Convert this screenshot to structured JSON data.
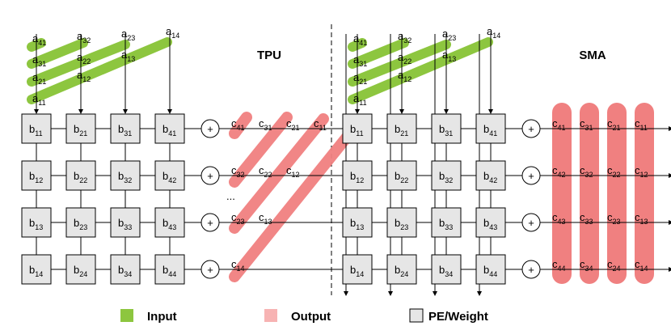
{
  "titles": {
    "left": "TPU",
    "right": "SMA"
  },
  "ellipsis": "...",
  "plus": "+",
  "inputs": [
    [
      {
        "b": "a",
        "s": "41"
      },
      {
        "b": "a",
        "s": "32"
      },
      {
        "b": "a",
        "s": "23"
      },
      {
        "b": "a",
        "s": "14"
      }
    ],
    [
      {
        "b": "a",
        "s": "31"
      },
      {
        "b": "a",
        "s": "22"
      },
      {
        "b": "a",
        "s": "13"
      }
    ],
    [
      {
        "b": "a",
        "s": "21"
      },
      {
        "b": "a",
        "s": "12"
      }
    ],
    [
      {
        "b": "a",
        "s": "11"
      }
    ]
  ],
  "weights": [
    [
      {
        "b": "b",
        "s": "11"
      },
      {
        "b": "b",
        "s": "21"
      },
      {
        "b": "b",
        "s": "31"
      },
      {
        "b": "b",
        "s": "41"
      }
    ],
    [
      {
        "b": "b",
        "s": "12"
      },
      {
        "b": "b",
        "s": "22"
      },
      {
        "b": "b",
        "s": "32"
      },
      {
        "b": "b",
        "s": "42"
      }
    ],
    [
      {
        "b": "b",
        "s": "13"
      },
      {
        "b": "b",
        "s": "23"
      },
      {
        "b": "b",
        "s": "33"
      },
      {
        "b": "b",
        "s": "43"
      }
    ],
    [
      {
        "b": "b",
        "s": "14"
      },
      {
        "b": "b",
        "s": "24"
      },
      {
        "b": "b",
        "s": "34"
      },
      {
        "b": "b",
        "s": "44"
      }
    ]
  ],
  "tpu_outputs": [
    [
      {
        "b": "c",
        "s": "41"
      },
      {
        "b": "c",
        "s": "31"
      },
      {
        "b": "c",
        "s": "21"
      },
      {
        "b": "c",
        "s": "11"
      }
    ],
    [
      {
        "b": "c",
        "s": "32"
      },
      {
        "b": "c",
        "s": "22"
      },
      {
        "b": "c",
        "s": "12"
      }
    ],
    [
      {
        "b": "c",
        "s": "23"
      },
      {
        "b": "c",
        "s": "13"
      }
    ],
    [
      {
        "b": "c",
        "s": "14"
      }
    ]
  ],
  "sma_outputs": [
    [
      {
        "b": "c",
        "s": "41"
      },
      {
        "b": "c",
        "s": "31"
      },
      {
        "b": "c",
        "s": "21"
      },
      {
        "b": "c",
        "s": "11"
      }
    ],
    [
      {
        "b": "c",
        "s": "42"
      },
      {
        "b": "c",
        "s": "32"
      },
      {
        "b": "c",
        "s": "22"
      },
      {
        "b": "c",
        "s": "12"
      }
    ],
    [
      {
        "b": "c",
        "s": "43"
      },
      {
        "b": "c",
        "s": "33"
      },
      {
        "b": "c",
        "s": "23"
      },
      {
        "b": "c",
        "s": "13"
      }
    ],
    [
      {
        "b": "c",
        "s": "44"
      },
      {
        "b": "c",
        "s": "34"
      },
      {
        "b": "c",
        "s": "24"
      },
      {
        "b": "c",
        "s": "14"
      }
    ]
  ],
  "legend": {
    "input": "Input",
    "output": "Output",
    "pe": "PE/Weight"
  },
  "colors": {
    "input": "#8dc63f",
    "output": "#f08080",
    "output_legend": "#f7b3b3",
    "pe": "#e6e6e6"
  }
}
